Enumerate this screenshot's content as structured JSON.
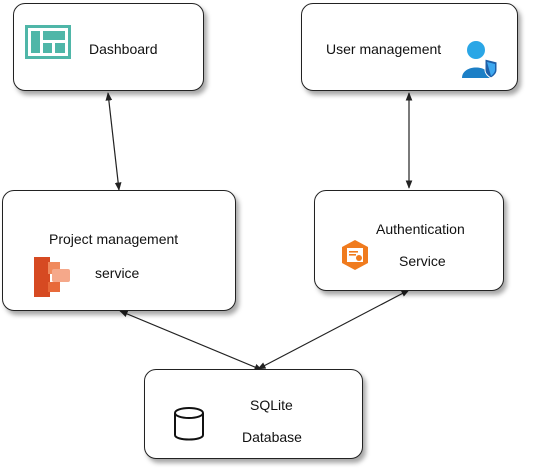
{
  "nodes": {
    "dashboard": {
      "label": "Dashboard",
      "icon": "dashboard-icon",
      "color": "#4fb6a8"
    },
    "user_management": {
      "label": "User management",
      "icon": "user-shield-icon",
      "color": "#2aa6e6"
    },
    "project_management": {
      "line1": "Project management",
      "line2": "service",
      "icon": "project-service-icon",
      "color": "#e35b2a"
    },
    "authentication": {
      "line1": "Authentication",
      "line2": "Service",
      "icon": "certificate-icon",
      "color": "#f07b1e"
    },
    "database": {
      "line1": "SQLite",
      "line2": "Database",
      "icon": "database-icon"
    }
  },
  "edges": [
    {
      "from": "dashboard",
      "to": "project_management",
      "arrows": "both"
    },
    {
      "from": "user_management",
      "to": "authentication",
      "arrows": "both"
    },
    {
      "from": "project_management",
      "to": "database",
      "arrows": "both"
    },
    {
      "from": "authentication",
      "to": "database",
      "arrows": "both"
    }
  ]
}
